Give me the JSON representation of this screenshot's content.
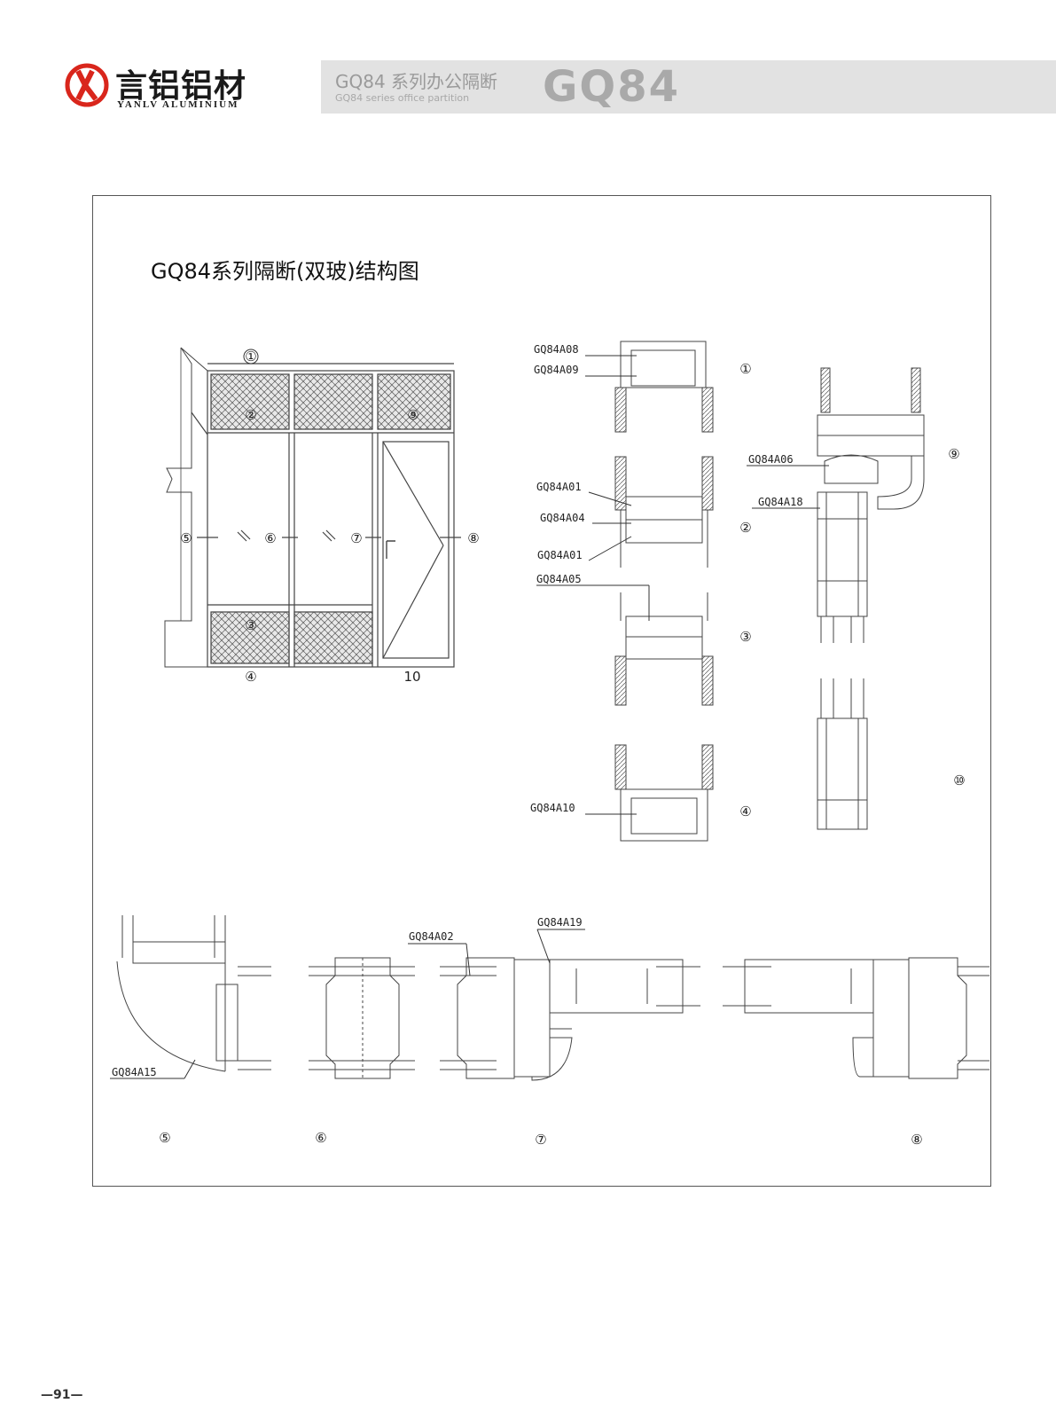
{
  "brand": {
    "name_cn": "言铝铝材",
    "name_en": "YANLV ALUMINIUM",
    "color": "#d9261c"
  },
  "header": {
    "series_cn": "GQ84 系列办公隔断",
    "series_en": "GQ84 series office partition",
    "code": "GQ84",
    "band_color": "#e2e2e2"
  },
  "drawing": {
    "title": "GQ84系列隔断(双玻)结构图",
    "elevation_markers": [
      "①",
      "②",
      "③",
      "④",
      "⑤",
      "⑥",
      "⑦",
      "⑧",
      "⑨",
      "10"
    ],
    "detail_markers": [
      "①",
      "②",
      "③",
      "④",
      "⑤",
      "⑥",
      "⑦",
      "⑧",
      "⑨",
      "⑩"
    ],
    "parts": {
      "a08": "GQ84A08",
      "a09": "GQ84A09",
      "a01_top": "GQ84A01",
      "a04": "GQ84A04",
      "a01_bottom": "GQ84A01",
      "a05": "GQ84A05",
      "a10": "GQ84A10",
      "a06": "GQ84A06",
      "a18": "GQ84A18",
      "a15": "GQ84A15",
      "a02": "GQ84A02",
      "a19": "GQ84A19"
    }
  },
  "page": {
    "number": "—91—"
  }
}
